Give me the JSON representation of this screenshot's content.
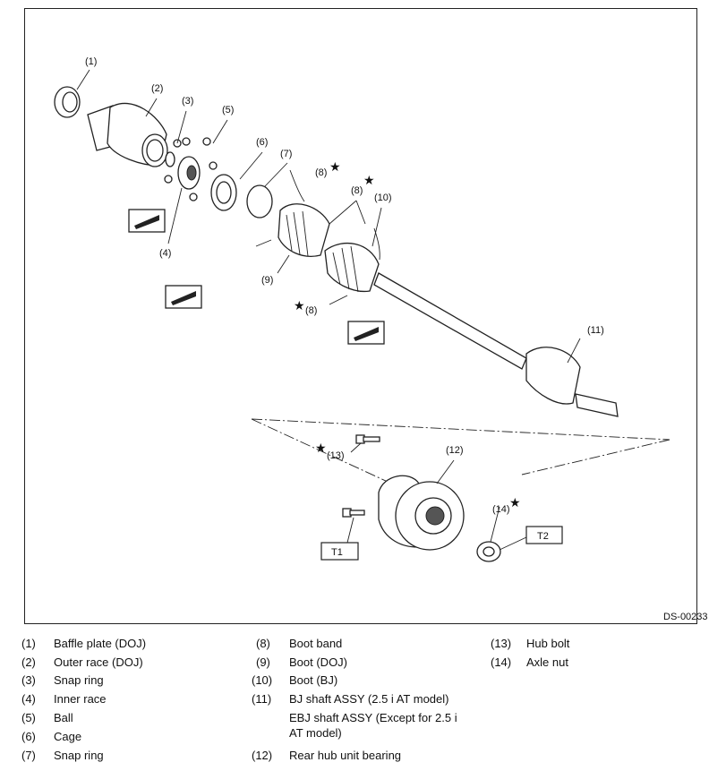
{
  "figure_code": "DS-00233",
  "callouts": {
    "c1": "(1)",
    "c2": "(2)",
    "c3": "(3)",
    "c4": "(4)",
    "c5": "(5)",
    "c6": "(6)",
    "c7": "(7)",
    "c8a": "(8)",
    "c8b": "(8)",
    "c8c": "(8)",
    "c9": "(9)",
    "c10": "(10)",
    "c11": "(11)",
    "c12": "(12)",
    "c13": "(13)",
    "c14": "(14)"
  },
  "torque_labels": {
    "t1": "T1",
    "t2": "T2"
  },
  "star_symbol": "★",
  "legend": [
    {
      "num": "(1)",
      "text": "Baffle plate (DOJ)"
    },
    {
      "num": "(2)",
      "text": "Outer race (DOJ)"
    },
    {
      "num": "(3)",
      "text": "Snap ring"
    },
    {
      "num": "(4)",
      "text": "Inner race"
    },
    {
      "num": "(5)",
      "text": "Ball"
    },
    {
      "num": "(6)",
      "text": "Cage"
    },
    {
      "num": "(7)",
      "text": "Snap ring"
    },
    {
      "num": "(8)",
      "text": "Boot band"
    },
    {
      "num": "(9)",
      "text": "Boot (DOJ)"
    },
    {
      "num": "(10)",
      "text": "Boot (BJ)"
    },
    {
      "num": "(11)",
      "text": "BJ shaft ASSY (2.5 i AT model)"
    },
    {
      "num": "",
      "text": "EBJ shaft ASSY (Except for 2.5 i"
    },
    {
      "num": "",
      "text": "AT model)"
    },
    {
      "num": "(12)",
      "text": "Rear hub unit bearing"
    },
    {
      "num": "(13)",
      "text": "Hub bolt"
    },
    {
      "num": "(14)",
      "text": "Axle nut"
    }
  ]
}
